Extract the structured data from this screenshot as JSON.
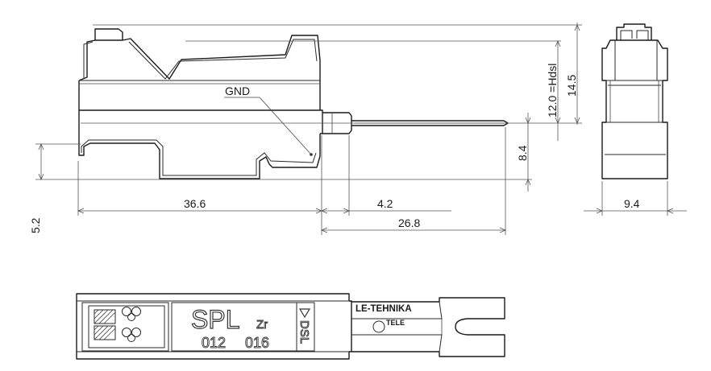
{
  "labels": {
    "gnd": "GND",
    "hdsl": "12.0 =Hdsl",
    "height": "14.5",
    "pin_offset": "8.4",
    "body_length": "36.6",
    "gap": "4.2",
    "pin_length": "26.8",
    "left_offset": "5.2",
    "width": "9.4"
  },
  "marking": {
    "brand": "SPL",
    "sub": "Zr",
    "num1": "012",
    "num2": "016",
    "dsl": "DSL",
    "maker": "LE-TEHNIKA",
    "tele": "TELE"
  }
}
